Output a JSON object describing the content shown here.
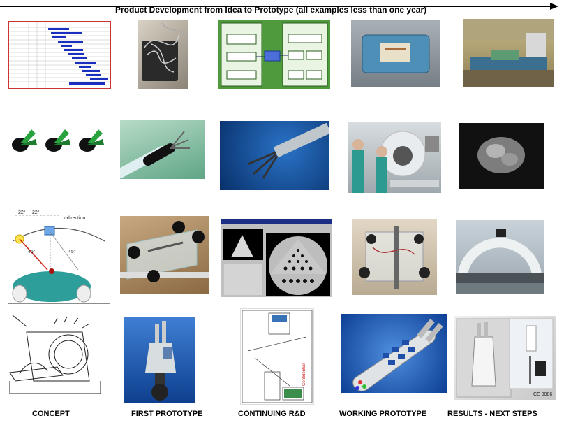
{
  "header": {
    "title": "Product Development from Idea to Prototype (all examples less than one year)"
  },
  "captions": [
    "CONCEPT",
    "FIRST PROTOTYPE",
    "CONTINUING R&D",
    "WORKING PROTOTYPE",
    "RESULTS - NEXT STEPS"
  ],
  "diagram_labels": {
    "angle_left": "22°",
    "angle_right": "22°",
    "direction": "x-direction",
    "angle_bottom_left": "45°",
    "angle_bottom_right": "45°"
  },
  "certification": "CE 0086"
}
